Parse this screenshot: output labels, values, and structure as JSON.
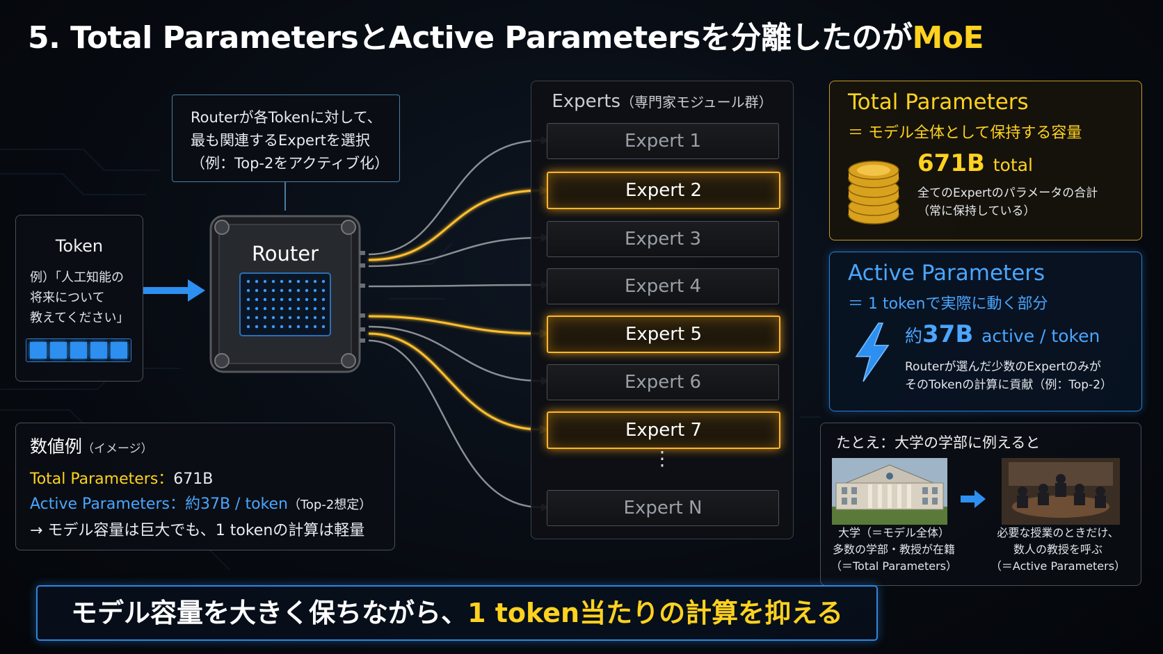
{
  "title": {
    "main": "5. Total ParametersとActive Parametersを分離したのが",
    "highlight": "MoE"
  },
  "router_note": {
    "line1": "Routerが各Tokenに対して、",
    "line2": "最も関連するExpertを選択",
    "line3": "（例：Top-2をアクティブ化）"
  },
  "token": {
    "title": "Token",
    "line1": "例）「人工知能の",
    "line2": "将来について",
    "line3": "教えてください」"
  },
  "router": {
    "label": "Router"
  },
  "experts": {
    "heading": "Experts",
    "heading_sub": "（専門家モジュール群）",
    "items": [
      {
        "label": "Expert 1",
        "active": false
      },
      {
        "label": "Expert 2",
        "active": true
      },
      {
        "label": "Expert 3",
        "active": false
      },
      {
        "label": "Expert 4",
        "active": false
      },
      {
        "label": "Expert 5",
        "active": true
      },
      {
        "label": "Expert 6",
        "active": false
      },
      {
        "label": "Expert 7",
        "active": true
      }
    ],
    "ellipsis": "⋮",
    "last": "Expert N"
  },
  "total_params": {
    "title": "Total Parameters",
    "subtitle": "＝ モデル全体として保持する容量",
    "value": "671B",
    "unit": "total",
    "desc1": "全てのExpertのパラメータの合計",
    "desc2": "（常に保持している）",
    "icon": "coin-stack-icon"
  },
  "active_params": {
    "title": "Active Parameters",
    "subtitle": "＝ 1 tokenで実際に動く部分",
    "prefix": "約",
    "value": "37B",
    "unit": "active / token",
    "desc1": "Routerが選んだ少数のExpertのみが",
    "desc2": "そのTokenの計算に貢献（例：Top-2）",
    "icon": "lightning-icon"
  },
  "analogy": {
    "title": "たとえ：大学の学部に例えると",
    "left_caption1": "大学（＝モデル全体）",
    "left_caption2": "多数の学部・教授が在籍",
    "left_caption3": "（＝Total Parameters）",
    "right_caption1": "必要な授業のときだけ、",
    "right_caption2": "数人の教授を呼ぶ",
    "right_caption3": "（＝Active Parameters）"
  },
  "numbers": {
    "title": "数値例",
    "title_sub": "（イメージ）",
    "total_label": "Total Parameters：",
    "total_value": "671B",
    "active_label": "Active Parameters：約37B / token",
    "active_note": "（Top-2想定）",
    "conclusion": "→ モデル容量は巨大でも、1 tokenの計算は軽量"
  },
  "bottom": {
    "text_white": "モデル容量を大きく保ちながら、",
    "text_yellow": "1 token当たりの計算を抑える"
  },
  "colors": {
    "accent_yellow": "#ffd21f",
    "accent_blue": "#2f86e0",
    "active_orange": "#ffb62a"
  }
}
